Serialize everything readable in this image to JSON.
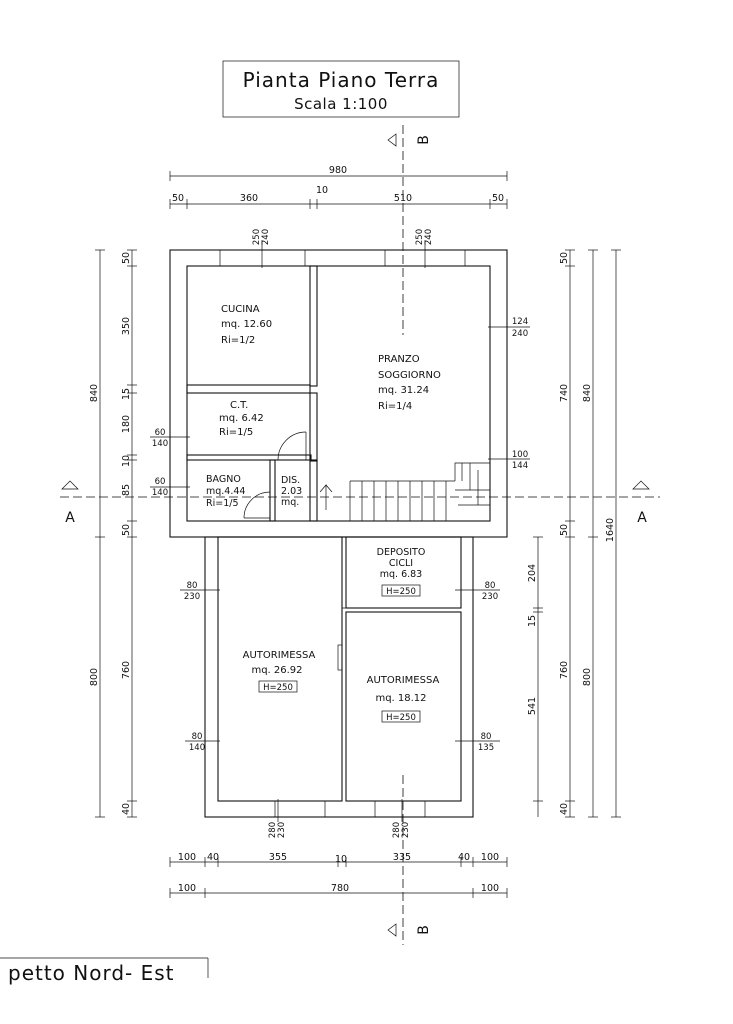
{
  "title": {
    "line1": "Pianta Piano Terra",
    "line2": "Scala 1:100"
  },
  "section_labels": {
    "a": "A",
    "b": "B"
  },
  "rooms": {
    "cucina": {
      "name": "CUCINA",
      "area": "mq. 12.60",
      "ratio": "Ri=1/2"
    },
    "ct": {
      "name": "C.T.",
      "area": "mq. 6.42",
      "ratio": "Ri=1/5"
    },
    "bagno": {
      "name": "BAGNO",
      "area": "mq.4.44",
      "ratio": "Ri=1/5"
    },
    "dis": {
      "name": "DIS.",
      "area": "2.03",
      "unit": "mq."
    },
    "pranzo": {
      "name1": "PRANZO",
      "name2": "SOGGIORNO",
      "area": "mq. 31.24",
      "ratio": "Ri=1/4"
    },
    "deposito": {
      "name1": "DEPOSITO",
      "name2": "CICLI",
      "area": "mq. 6.83",
      "height": "H=250"
    },
    "autorimessa1": {
      "name": "AUTORIMESSA",
      "area": "mq. 26.92",
      "height": "H=250"
    },
    "autorimessa2": {
      "name": "AUTORIMESSA",
      "area": "mq. 18.12",
      "height": "H=250"
    }
  },
  "dimensions": {
    "top_total": "980",
    "top_segments": [
      "50",
      "360",
      "10",
      "510",
      "50"
    ],
    "bottom_segments": [
      "100",
      "40",
      "355",
      "10",
      "335",
      "40",
      "100"
    ],
    "bottom_total": [
      "100",
      "780",
      "100"
    ],
    "left_outer": [
      "840",
      "800"
    ],
    "left_inner": [
      "50",
      "350",
      "15",
      "180",
      "10",
      "85",
      "50",
      "760",
      "40"
    ],
    "right_inner": [
      "50",
      "740",
      "50",
      "204",
      "15",
      "541",
      "40"
    ],
    "right_mid": [
      "840",
      "760"
    ],
    "right_outer": [
      "1640",
      "800"
    ],
    "windows_top": [
      {
        "w": "250",
        "h": "240"
      },
      {
        "w": "250",
        "h": "240"
      }
    ],
    "windows_bottom": [
      {
        "w": "280",
        "h": "230"
      },
      {
        "w": "280",
        "h": "230"
      }
    ],
    "windows_left": [
      {
        "w": "60",
        "h": "140"
      },
      {
        "w": "60",
        "h": "140"
      },
      {
        "w": "80",
        "h": "230"
      },
      {
        "w": "80",
        "h": "140"
      }
    ],
    "windows_right": [
      {
        "w": "124",
        "h": "240"
      },
      {
        "w": "100",
        "h": "144"
      },
      {
        "w": "80",
        "h": "230"
      },
      {
        "w": "80",
        "h": "135"
      }
    ]
  },
  "next_sheet": "petto Nord- Est"
}
